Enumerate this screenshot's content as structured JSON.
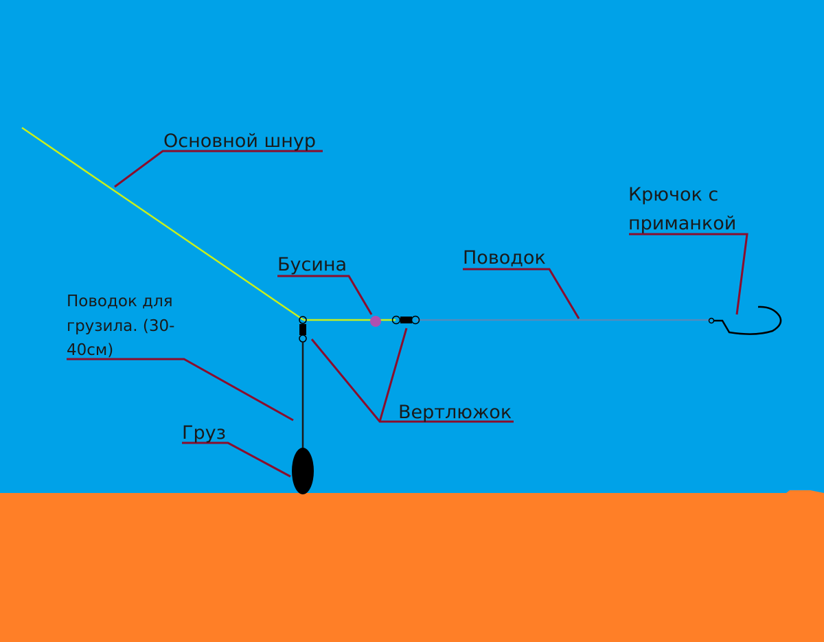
{
  "colors": {
    "water": "#00a2e8",
    "bottom": "#ff7f27",
    "main_line": "#c8f01c",
    "leader_line": "#7a7fa8",
    "leader_line_dark": "#1a1a1a",
    "callout": "#8b0d2c",
    "bead": "#b050b0",
    "swivel_body": "#000000",
    "sinker": "#000000",
    "hook": "#000000"
  },
  "labels": {
    "main_line": "Основной шнур",
    "hook_line1": "Крючок с",
    "hook_line2": "приманкой",
    "bead": "Бусина",
    "leader": "Поводок",
    "sinker_leader_line1": "Поводок для",
    "sinker_leader_line2": "грузила. (30-",
    "sinker_leader_line3": "40см)",
    "swivel": "Вертлюжок",
    "sinker": "Груз"
  },
  "icons": {
    "sinker": "sinker-weight",
    "hook": "fishing-hook",
    "bead": "bead",
    "swivel": "swivel"
  }
}
